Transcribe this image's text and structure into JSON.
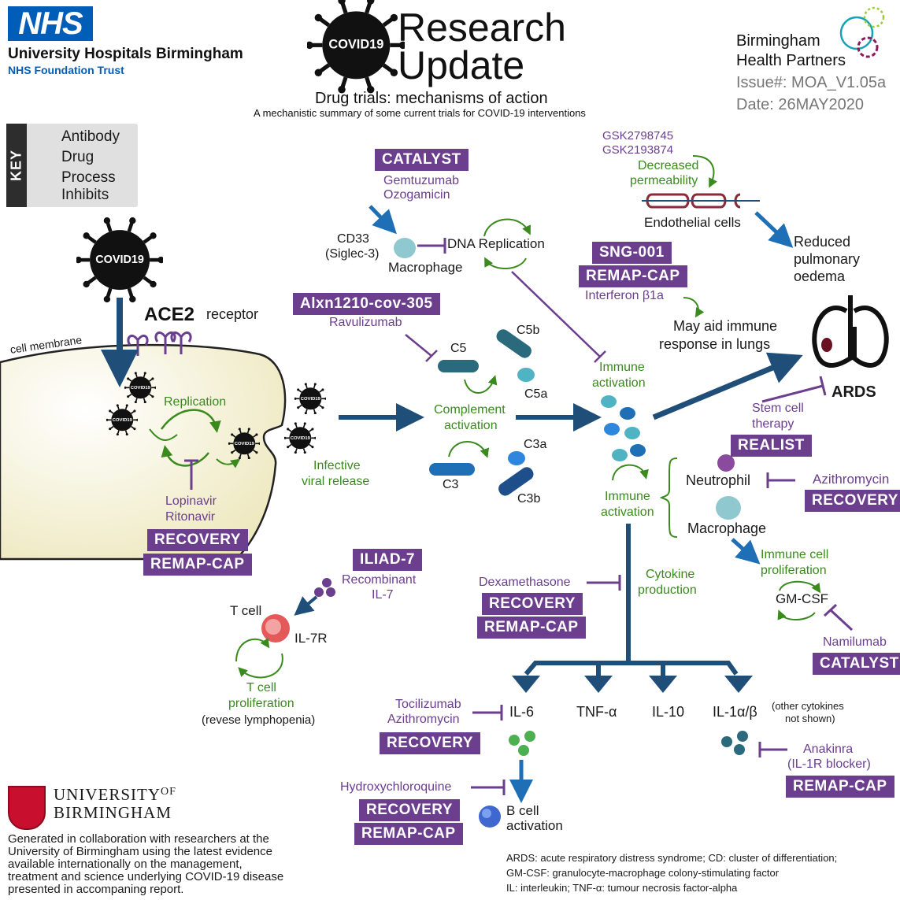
{
  "header": {
    "org_logo": "NHS",
    "org_name": "University Hospitals Birmingham",
    "org_subname": "NHS Foundation Trust",
    "badge_logo": "COVID19",
    "title_line1": "Research",
    "title_line2": "Update",
    "subtitle": "Drug trials: mechanisms of action",
    "tagline": "A mechanistic summary of some current trials for COVID-19 interventions",
    "partner_line1": "Birmingham",
    "partner_line2": "Health Partners",
    "issue": "Issue#: MOA_V1.05a",
    "date": "Date: 26MAY2020"
  },
  "key": {
    "label": "KEY",
    "items": [
      "Antibody",
      "Drug",
      "Process",
      "Inhibits"
    ]
  },
  "virus": {
    "label": "COVID19",
    "receptor_bold": "ACE2",
    "receptor_text": "receptor",
    "membrane": "cell membrane",
    "replication": "Replication",
    "release": [
      "Infective",
      "viral release"
    ],
    "drugs": [
      "Lopinavir",
      "Ritonavir"
    ],
    "trials": [
      "RECOVERY",
      "REMAP-CAP"
    ]
  },
  "catalyst_top": {
    "trial": "CATALYST",
    "drug": [
      "Gemtuzumab",
      "Ozogamicin"
    ],
    "target": [
      "CD33",
      "(Siglec-3)"
    ],
    "cell": "Macrophage",
    "process": "DNA Replication"
  },
  "complement": {
    "trial": "Alxn1210-cov-305",
    "drug": "Ravulizumab",
    "labels": [
      "C5",
      "C5b",
      "C5a",
      "C3",
      "C3a",
      "C3b"
    ],
    "process": [
      "Complement",
      "activation"
    ]
  },
  "endothelial": {
    "drugs": [
      "GSK2798745",
      "GSK2193874"
    ],
    "process": [
      "Decreased",
      "permeability"
    ],
    "cells": "Endothelial cells",
    "outcome": [
      "Reduced",
      "pulmonary",
      "oedema"
    ]
  },
  "interferon": {
    "trials": [
      "SNG-001",
      "REMAP-CAP"
    ],
    "drug": "Interferon β1a",
    "outcome": [
      "May aid immune",
      "response in lungs"
    ]
  },
  "immune": {
    "activation_top": [
      "Immune",
      "activation"
    ],
    "activation_mid": [
      "Immune",
      "activation"
    ],
    "ards": "ARDS",
    "stem": [
      "Stem cell",
      "therapy"
    ],
    "stem_trial": "REALIST",
    "neutrophil": "Neutrophil",
    "neutrophil_drug": "Azithromycin",
    "neutrophil_trial": "RECOVERY",
    "macrophage": "Macrophage",
    "proliferation": [
      "Immune cell",
      "proliferation"
    ],
    "gmcsf": "GM-CSF",
    "gmcsf_drug": "Namilumab",
    "gmcsf_trial": "CATALYST"
  },
  "cytokine": {
    "label": [
      "Cytokine",
      "production"
    ],
    "dex_drug": "Dexamethasone",
    "dex_trials": [
      "RECOVERY",
      "REMAP-CAP"
    ],
    "outputs": [
      "IL-6",
      "TNF-α",
      "IL-10",
      "IL-1α/β"
    ],
    "other": [
      "(other cytokines",
      "not shown)"
    ],
    "il6_drugs": [
      "Tocilizumab",
      "Azithromycin"
    ],
    "il6_trial": "RECOVERY",
    "il1_drug": [
      "Anakinra",
      "(IL-1R blocker)"
    ],
    "il1_trial": "REMAP-CAP",
    "hcq_drug": "Hydroxychloroquine",
    "hcq_trials": [
      "RECOVERY",
      "REMAP-CAP"
    ],
    "bcell": [
      "B cell",
      "activation"
    ]
  },
  "tcell": {
    "trial": "ILIAD-7",
    "drug": [
      "Recombinant",
      "IL-7"
    ],
    "cell": "T cell",
    "receptor": "IL-7R",
    "process": [
      "T cell",
      "proliferation"
    ],
    "note": "(revese lymphopenia)"
  },
  "footer": {
    "uni_line1": "UNIVERSITY",
    "uni_of": "OF",
    "uni_line2": "BIRMINGHAM",
    "note": [
      "Generated in collaboration with researchers at the",
      "University of Birmingham using the latest evidence",
      "available internationally on the management,",
      "treatment and science underlying COVID-19 disease",
      "presented in accompaning report."
    ],
    "glossary": [
      "ARDS: acute respiratory distress syndrome; CD: cluster of differentiation;",
      "GM-CSF: granulocyte-macrophage colony-stimulating factor",
      "IL: interleukin; TNF-α: tumour necrosis factor-alpha"
    ]
  },
  "colors": {
    "purple": "#6b3e8e",
    "green": "#3a8a1e",
    "navy": "#1f4e79",
    "nhs_blue": "#005eb8"
  }
}
